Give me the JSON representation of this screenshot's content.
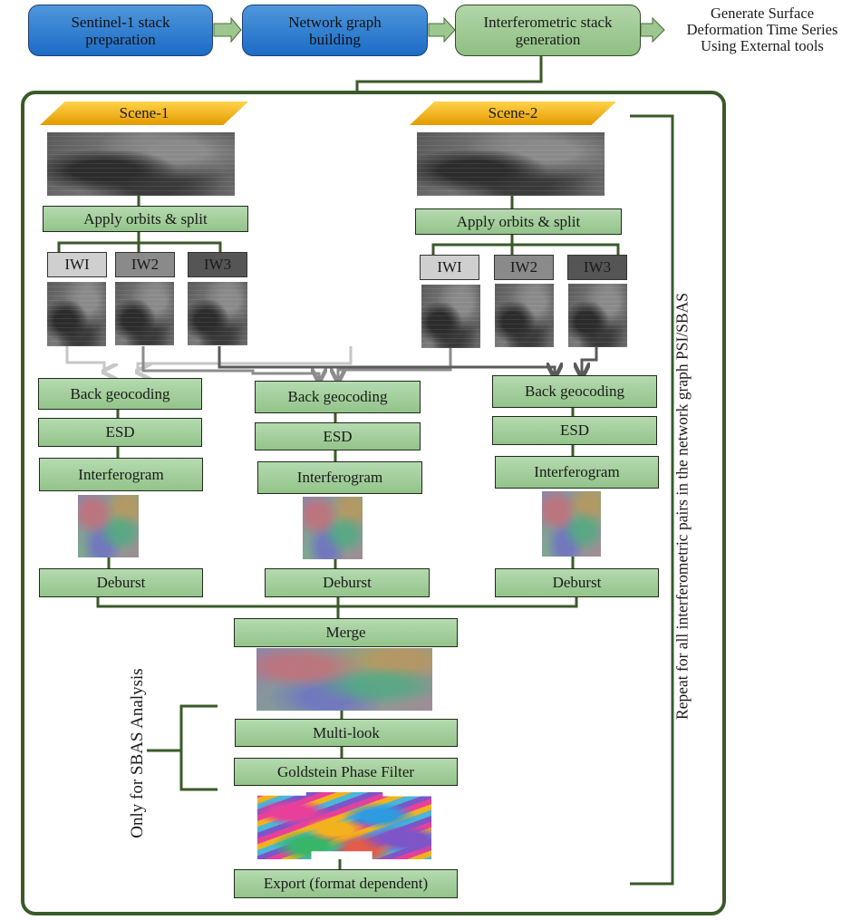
{
  "pipeline": {
    "steps": [
      {
        "label": "Sentinel-1 stack\npreparation"
      },
      {
        "label": "Network graph\nbuilding"
      },
      {
        "label": "Interferometric stack\ngeneration"
      }
    ],
    "output_text": "Generate Surface\nDeformation Time Series\nUsing External tools"
  },
  "scenes": [
    {
      "label": "Scene-1",
      "apply": "Apply orbits & split",
      "swaths": [
        "IWI",
        "IW2",
        "IW3"
      ]
    },
    {
      "label": "Scene-2",
      "apply": "Apply orbits & split",
      "swaths": [
        "IWI",
        "IW2",
        "IW3"
      ]
    }
  ],
  "columns": [
    {
      "back_geocoding": "Back geocoding",
      "esd": "ESD",
      "interferogram": "Interferogram",
      "deburst": "Deburst"
    },
    {
      "back_geocoding": "Back geocoding",
      "esd": "ESD",
      "interferogram": "Interferogram",
      "deburst": "Deburst"
    },
    {
      "back_geocoding": "Back geocoding",
      "esd": "ESD",
      "interferogram": "Interferogram",
      "deburst": "Deburst"
    }
  ],
  "final": {
    "merge": "Merge",
    "multilook": "Multi-look",
    "goldstein": "Goldstein Phase Filter",
    "export": "Export (format dependent)"
  },
  "annotations": {
    "sbas_only": "Only for SBAS Analysis",
    "repeat": "Repeat for all interferometric pairs in the network graph PSI/SBAS"
  },
  "colors": {
    "frame": "#3a5a2a",
    "box_green": "#a9d29f",
    "box_blue": "#2f7fd2",
    "scene_orange": "#f5b418",
    "iw1": "#cfcfcf",
    "iw2": "#8a8a8a",
    "iw3": "#555555"
  }
}
